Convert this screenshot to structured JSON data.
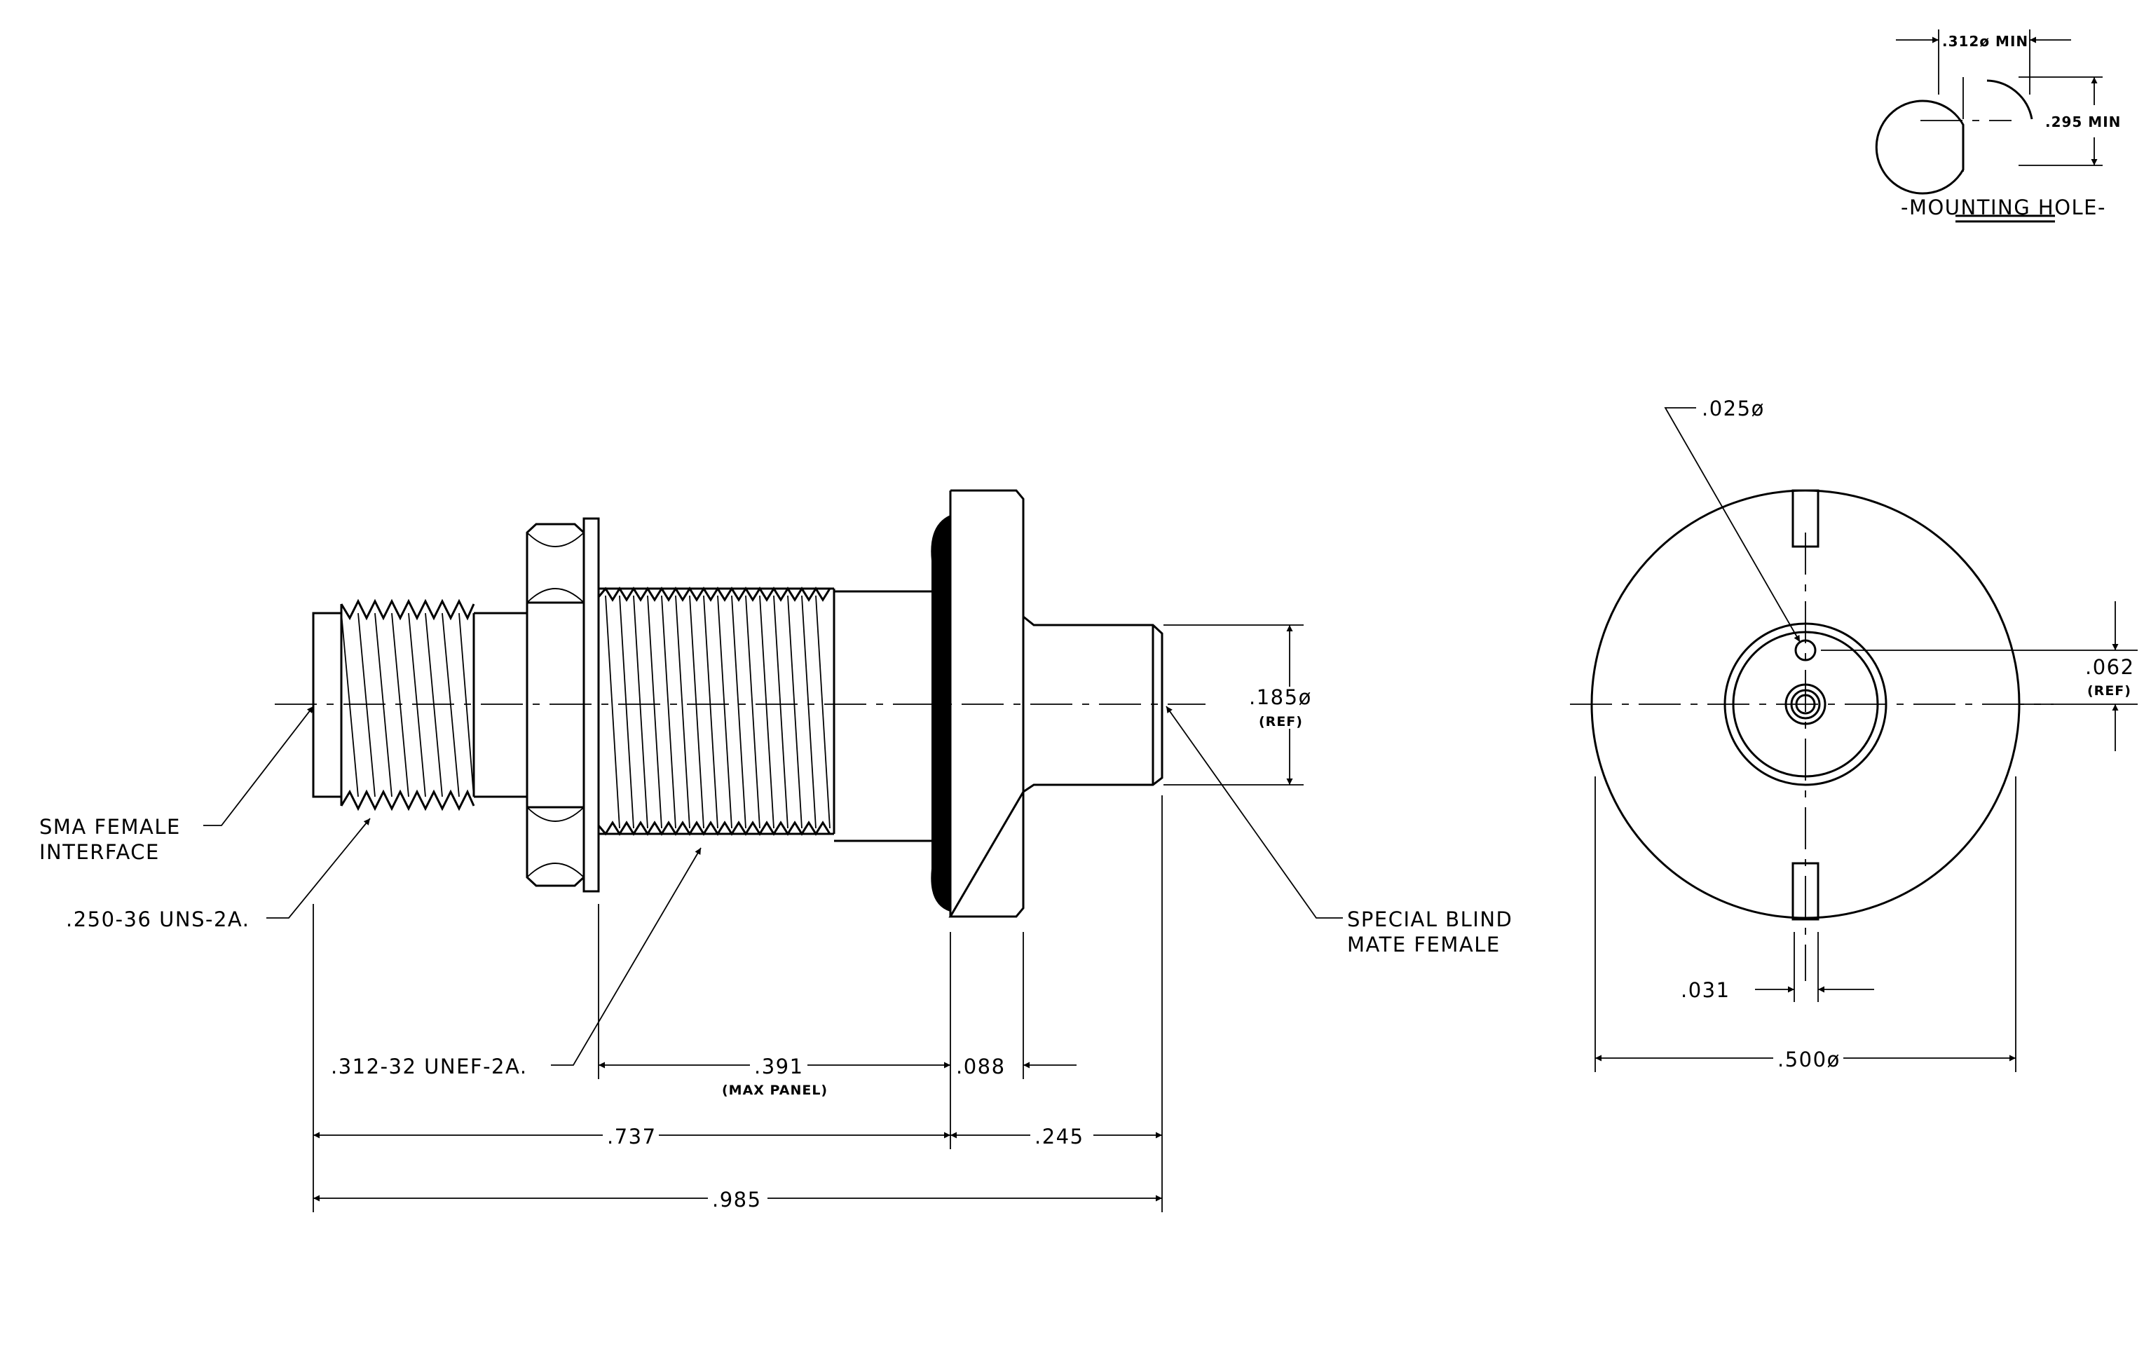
{
  "mounting_hole": {
    "title": "-MOUNTING HOLE-",
    "width_dim": ".312ø MIN",
    "flat_dim": ".295 MIN"
  },
  "side_view": {
    "sma_interface": [
      "SMA FEMALE",
      "INTERFACE"
    ],
    "thread_1": ".250-36 UNS-2A.",
    "thread_2": ".312-32 UNEF-2A.",
    "blind_mate": [
      "SPECIAL BLIND",
      "MATE FEMALE"
    ],
    "dim_185": ".185ø",
    "dim_185_ref": "(REF)",
    "dim_391": ".391",
    "dim_391_note": "(MAX PANEL)",
    "dim_088": ".088",
    "dim_737": ".737",
    "dim_245": ".245",
    "dim_985": ".985"
  },
  "end_view": {
    "pin_dia": ".025ø",
    "offset": ".062",
    "offset_ref": "(REF)",
    "slot_width": ".031",
    "outer_dia": ".500ø"
  }
}
